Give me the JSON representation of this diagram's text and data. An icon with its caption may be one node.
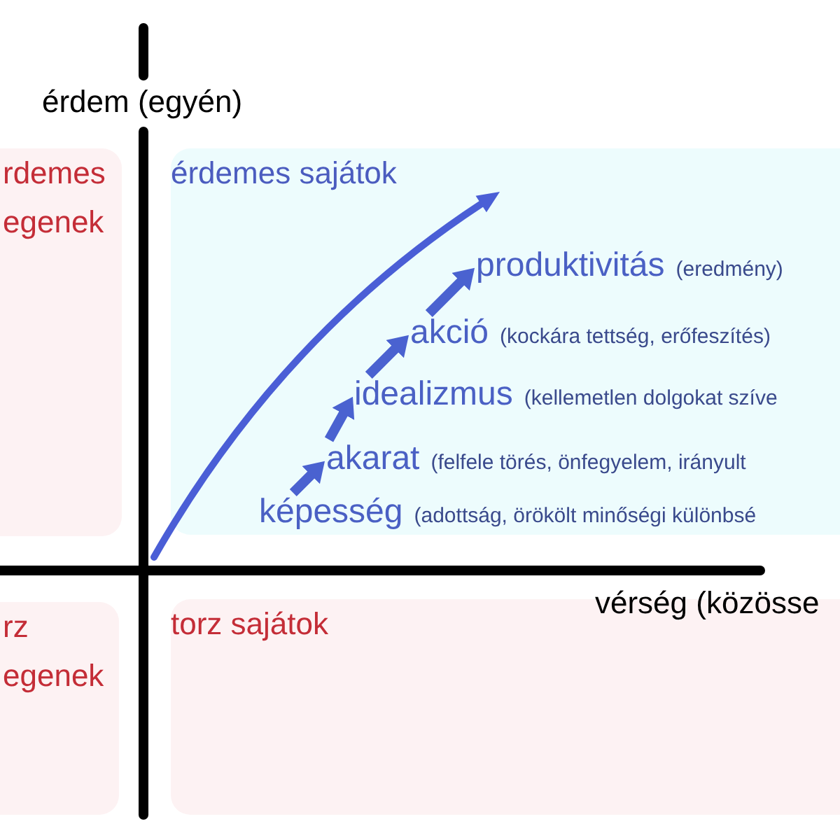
{
  "diagram": {
    "nodes": [
      {
        "text": [
          "rdemes egenek"
        ]
      },
      {
        "text": [
          "érdemes sajátok"
        ]
      },
      {
        "text": [
          "produktivitás",
          "(eredmény)"
        ],
        "in": 1
      },
      {
        "text": [
          "akció",
          "(kockára tettség, erőfeszítés)"
        ],
        "in": 1
      },
      {
        "text": [
          "idealizmus",
          "(kellemetlen dolgokat szíve"
        ],
        "in": 1
      },
      {
        "text": [
          "akarat",
          "(felfele törés, önfegyelem, irányult"
        ],
        "in": 1
      },
      {
        "text": [
          "képesség",
          "(adottság, örökölt minőségi különbsé"
        ],
        "in": 1
      },
      {
        "text": [
          "rz egenek"
        ]
      },
      {
        "text": [
          "torz sajátok"
        ]
      }
    ],
    "edges": [
      {
        "from": 6,
        "to": 5,
        "arrow": "to"
      },
      {
        "from": 5,
        "to": 4,
        "arrow": "to"
      },
      {
        "from": 4,
        "to": 3,
        "arrow": "to"
      },
      {
        "from": 3,
        "to": 2,
        "arrow": "to"
      }
    ],
    "labels": [
      "érdem (egyén)",
      "vérség (közösse"
    ]
  }
}
